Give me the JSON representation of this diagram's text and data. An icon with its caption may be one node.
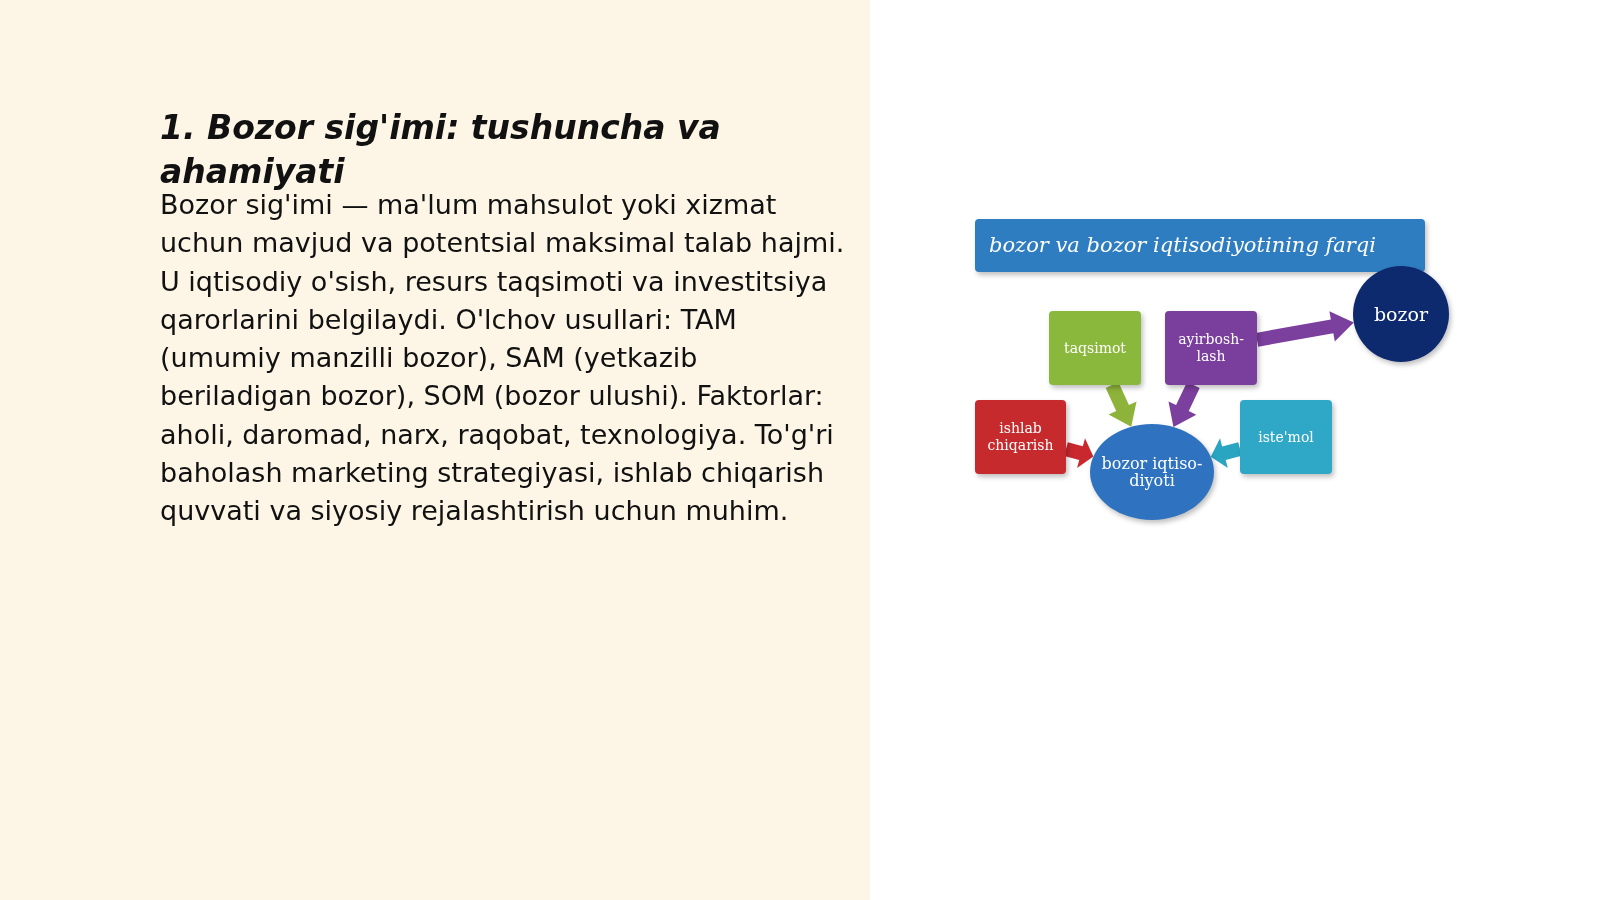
{
  "diagram": {
    "title": "1. Bozor sig'imi: tushuncha va ahamiyati",
    "nodes": [
      {
        "text": [
          "bozor va bozor iqtisodiyotining farqi"
        ]
      },
      {
        "text": [
          "taqsimot"
        ]
      },
      {
        "text": [
          "ayirbosh- lash"
        ]
      },
      {
        "text": [
          "bozor"
        ]
      },
      {
        "text": [
          "ishlab chiqarish"
        ]
      },
      {
        "text": [
          "bozor iqtiso- diyoti"
        ]
      },
      {
        "text": [
          "iste'mol"
        ]
      }
    ],
    "edges": [
      {
        "from": 1,
        "to": 5,
        "arrow": "to",
        "style": "thick",
        "color": "#8db33a"
      },
      {
        "from": 2,
        "to": 5,
        "arrow": "to",
        "style": "thick",
        "color": "#7b3f9e"
      },
      {
        "from": 2,
        "to": 3,
        "arrow": "to",
        "style": "thick",
        "color": "#7b3f9e"
      },
      {
        "from": 4,
        "to": 5,
        "arrow": "to",
        "style": "thick",
        "color": "#c8282e"
      },
      {
        "from": 6,
        "to": 5,
        "arrow": "to",
        "style": "thick",
        "color": "#2aa5c1"
      }
    ],
    "labels": [
      "Bozor sig'imi — ma'lum mahsulot yoki xizmat uchun mavjud va potentsial maksimal talab hajmi. U iqtisodiy o'sish, resurs taqsimoti va investitsiya qarorlarini belgilaydi. O'lchov usullari: TAM (umumiy manzilli bozor), SAM (yetkazib beriladigan bozor), SOM (bozor ulushi). Faktorlar: aholi, daromad, narx, raqobat, texnologiya. To'g'ri baholash marketing strategiyasi, ishlab chiqarish quvvati va siyosiy rejalashtirish uchun muhim."
    ]
  }
}
